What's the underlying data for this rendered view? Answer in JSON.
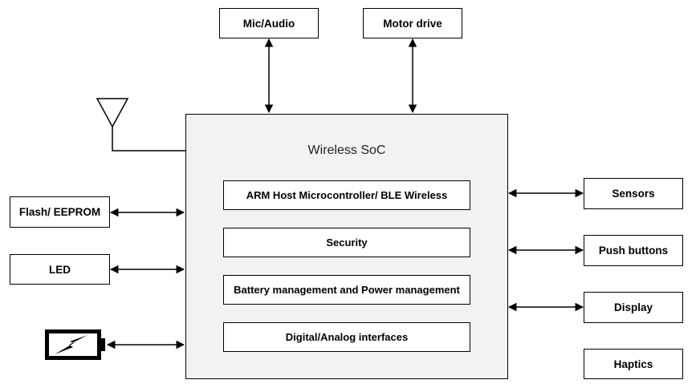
{
  "soc": {
    "title": "Wireless SoC",
    "blocks": [
      "ARM Host Microcontroller/ BLE Wireless",
      "Security",
      "Battery management and Power management",
      "Digital/Analog interfaces"
    ]
  },
  "top": {
    "mic": "Mic/Audio",
    "motor": "Motor drive"
  },
  "left": {
    "flash": "Flash/ EEPROM",
    "led": "LED"
  },
  "right": {
    "sensors": "Sensors",
    "push_buttons": "Push buttons",
    "display": "Display",
    "haptics": "Haptics"
  },
  "icons": [
    "antenna-icon",
    "battery-charging-icon"
  ]
}
